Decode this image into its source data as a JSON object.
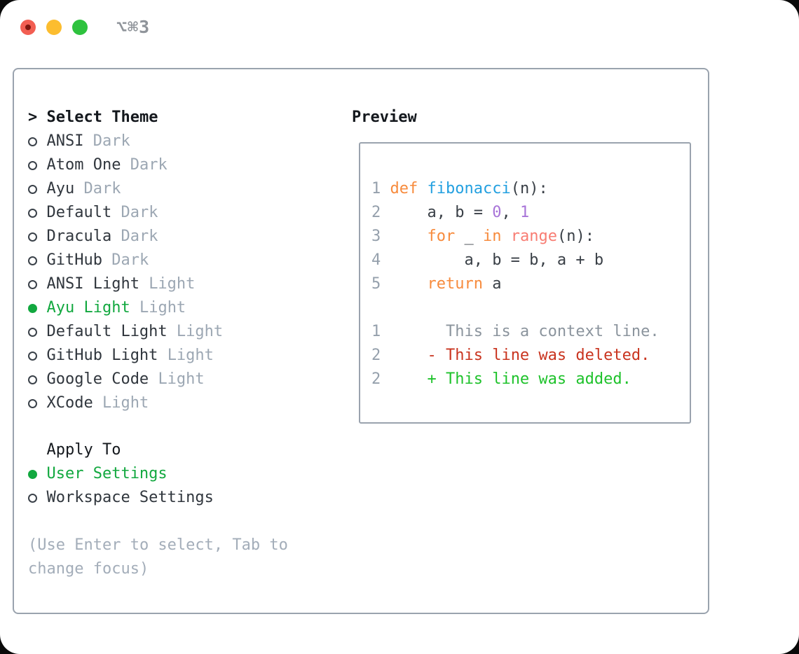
{
  "titlebar": {
    "title": "⌥⌘3"
  },
  "theme_list": {
    "header_prefix": ">",
    "header": "Select Theme",
    "items": [
      {
        "name": "ANSI",
        "tag": "Dark",
        "selected": false
      },
      {
        "name": "Atom One",
        "tag": "Dark",
        "selected": false
      },
      {
        "name": "Ayu",
        "tag": "Dark",
        "selected": false
      },
      {
        "name": "Default",
        "tag": "Dark",
        "selected": false
      },
      {
        "name": "Dracula",
        "tag": "Dark",
        "selected": false
      },
      {
        "name": "GitHub",
        "tag": "Dark",
        "selected": false
      },
      {
        "name": "ANSI Light",
        "tag": "Light",
        "selected": false
      },
      {
        "name": "Ayu Light",
        "tag": "Light",
        "selected": true
      },
      {
        "name": "Default Light",
        "tag": "Light",
        "selected": false
      },
      {
        "name": "GitHub Light",
        "tag": "Light",
        "selected": false
      },
      {
        "name": "Google Code",
        "tag": "Light",
        "selected": false
      },
      {
        "name": "XCode",
        "tag": "Light",
        "selected": false
      }
    ]
  },
  "apply_to": {
    "header": "Apply To",
    "options": [
      {
        "label": "User Settings",
        "selected": true
      },
      {
        "label": "Workspace Settings",
        "selected": false
      }
    ]
  },
  "hint": "(Use Enter to select, Tab to change focus)",
  "preview": {
    "title": "Preview",
    "code_lines": [
      {
        "num": "1",
        "tokens": [
          [
            "def",
            "kw"
          ],
          [
            " ",
            "p"
          ],
          [
            "fibonacci",
            "fn"
          ],
          [
            "(n):",
            "p"
          ]
        ]
      },
      {
        "num": "2",
        "tokens": [
          [
            "    a, b = ",
            "p"
          ],
          [
            "0",
            "pn"
          ],
          [
            ", ",
            "p"
          ],
          [
            "1",
            "pn"
          ]
        ]
      },
      {
        "num": "3",
        "tokens": [
          [
            "    ",
            "p"
          ],
          [
            "for",
            "kw"
          ],
          [
            " _ ",
            "p"
          ],
          [
            "in",
            "kw"
          ],
          [
            " ",
            "p"
          ],
          [
            "range",
            "call"
          ],
          [
            "(n):",
            "p"
          ]
        ]
      },
      {
        "num": "4",
        "tokens": [
          [
            "        a, b = b, a + b",
            "p"
          ]
        ]
      },
      {
        "num": "5",
        "tokens": [
          [
            "    ",
            "p"
          ],
          [
            "return",
            "kw"
          ],
          [
            " a",
            "p"
          ]
        ]
      }
    ],
    "diff_lines": [
      {
        "num": "1",
        "tokens": [
          [
            "      This is a context line.",
            "ctx"
          ]
        ]
      },
      {
        "num": "2",
        "tokens": [
          [
            "    ",
            "p"
          ],
          [
            "- This line was deleted.",
            "del"
          ]
        ]
      },
      {
        "num": "2",
        "tokens": [
          [
            "    ",
            "p"
          ],
          [
            "+ This line was added.",
            "add"
          ]
        ]
      }
    ]
  },
  "colors": {
    "accent_green": "#12a83f",
    "diff_red": "#c9341f",
    "diff_green": "#1ec22b",
    "syntax_keyword": "#f78b3d",
    "syntax_function": "#23a0e0",
    "syntax_number": "#a874d8",
    "syntax_call": "#f87d73",
    "code_plain": "#3a4047",
    "line_number": "#95a0ac",
    "context_gray": "#8b949d",
    "muted": "#9ca7b3",
    "hint": "#a3adb9",
    "ink": "#14181d",
    "item_ink": "#30363d",
    "border": "#9aa3ae",
    "title_gray": "#8f949a",
    "traffic_red": "#f25e52",
    "traffic_yellow": "#fcbd2f",
    "traffic_green": "#2ec23e"
  }
}
